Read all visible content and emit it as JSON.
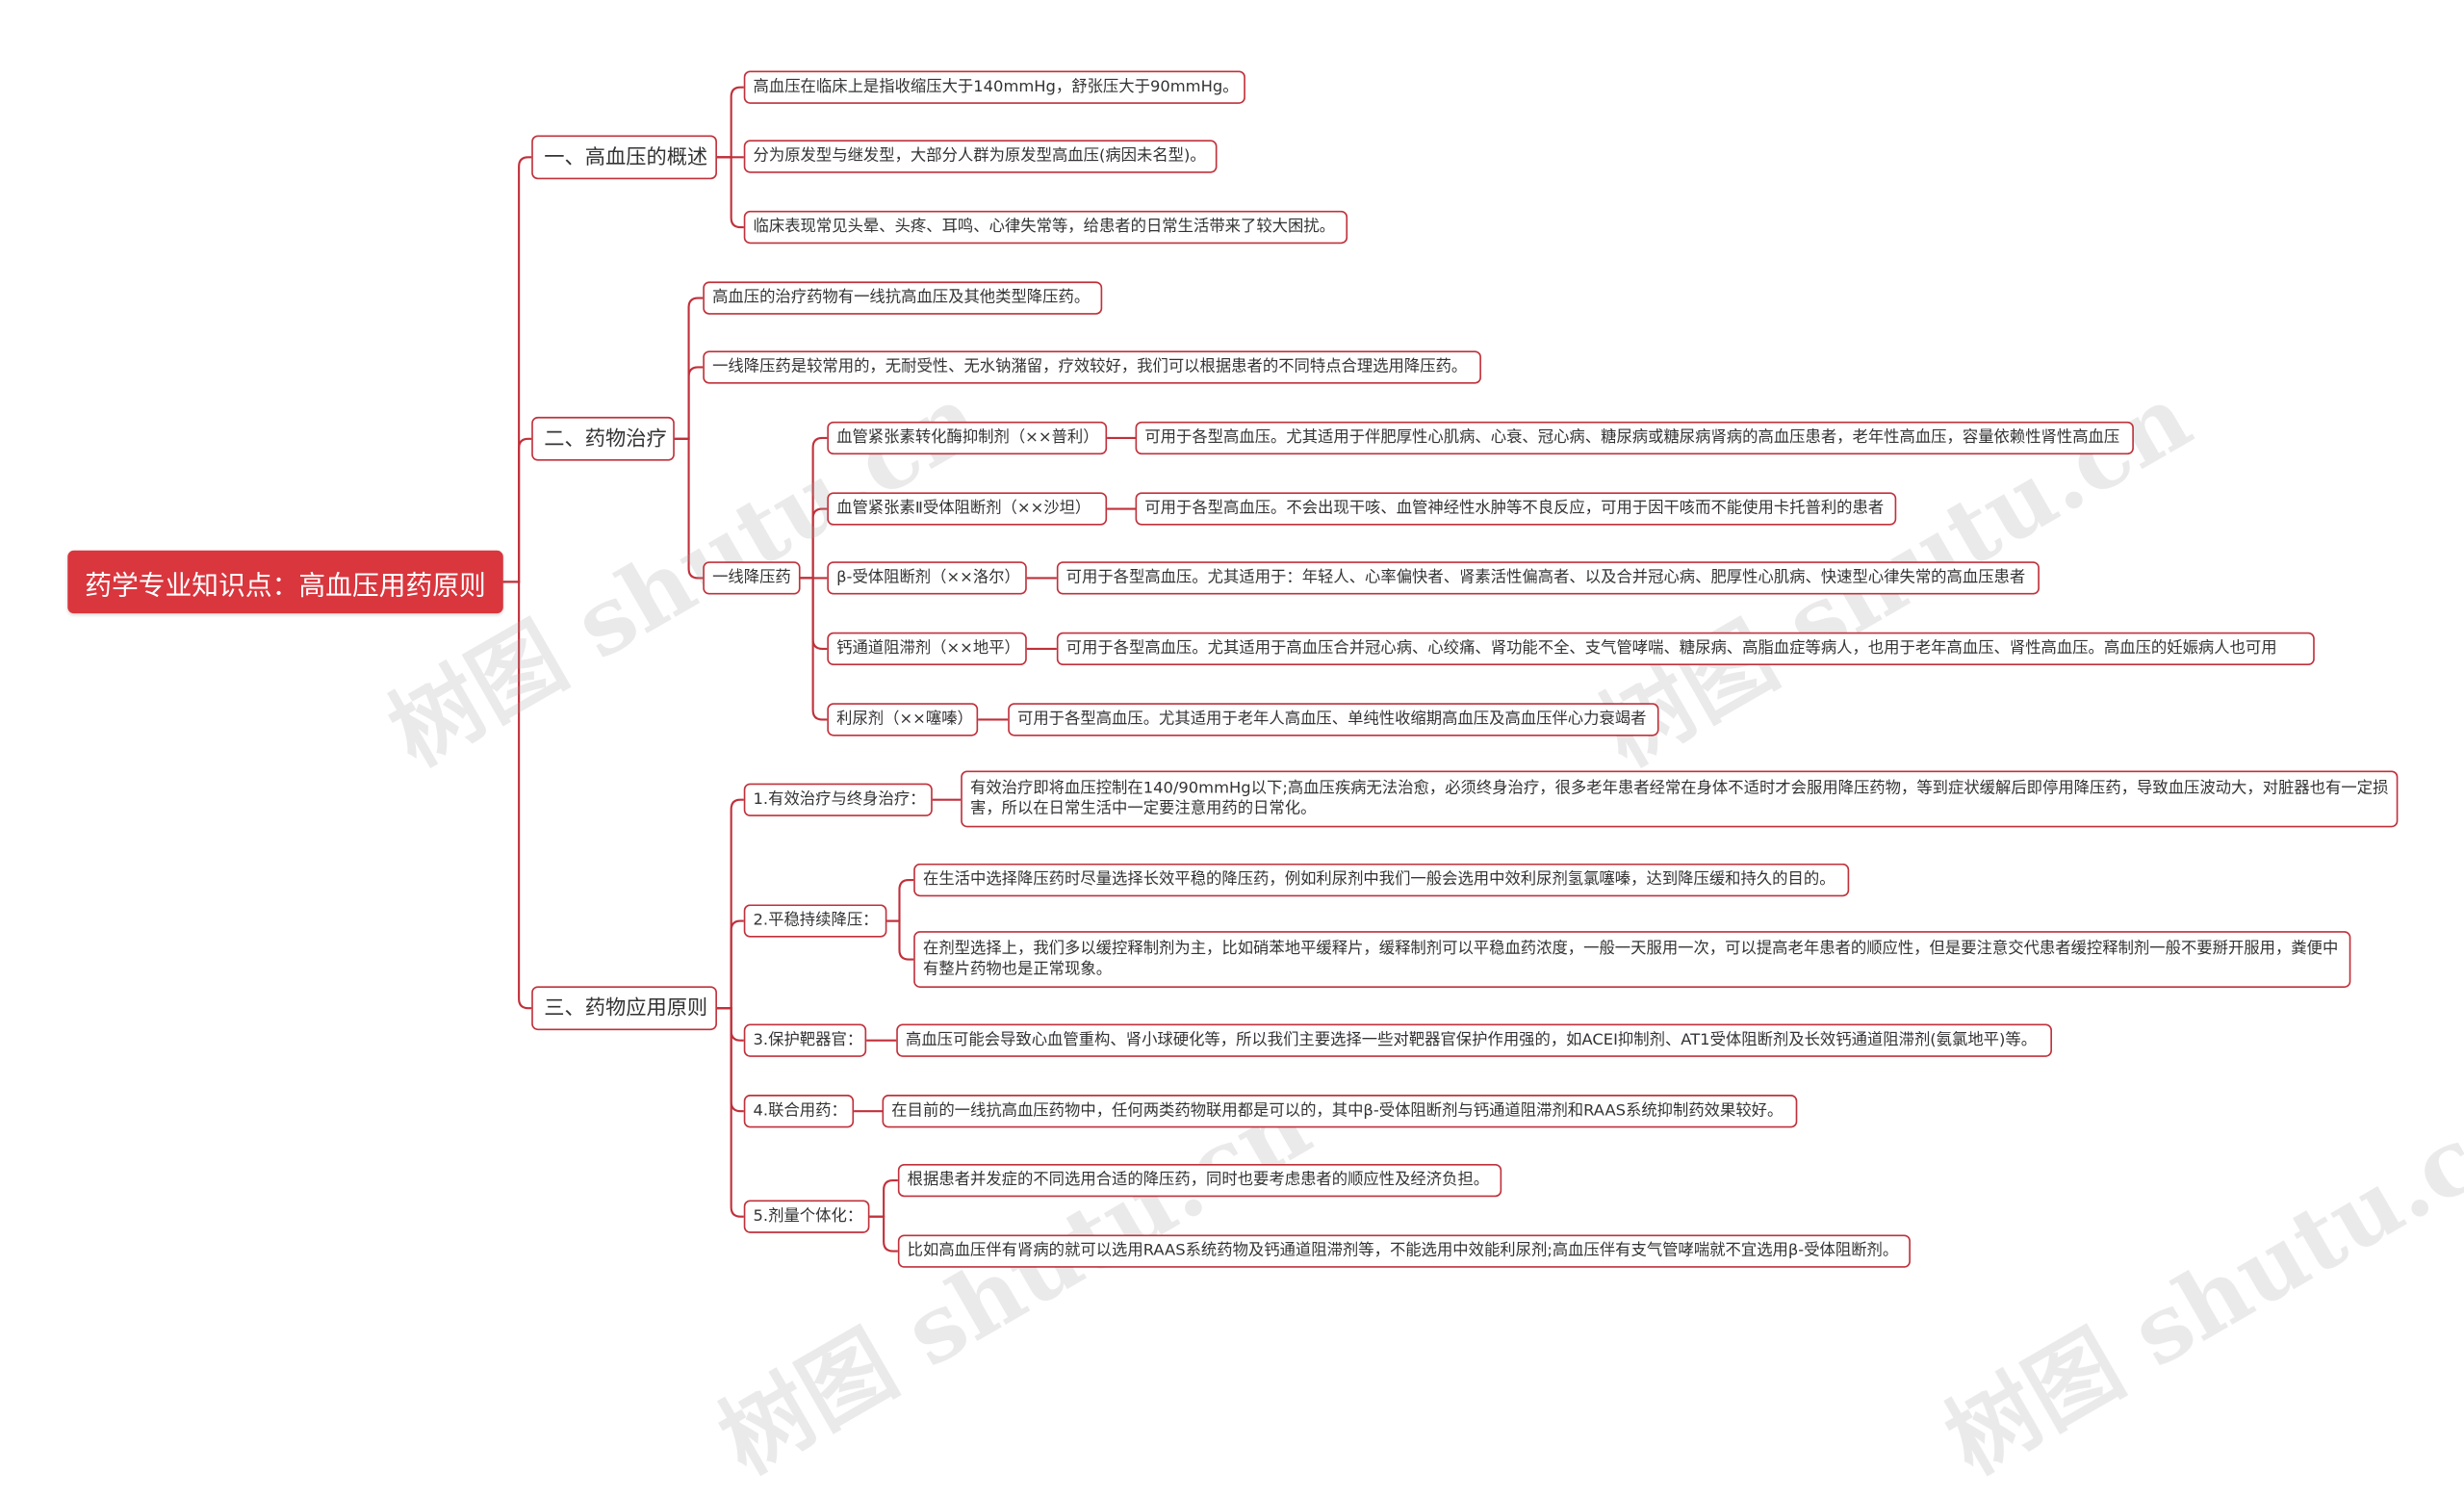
{
  "watermark": "树图 shutu.cn",
  "accent_color": "#c0313b",
  "root_color": "#d9363e",
  "root": "药学专业知识点：高血压用药原则",
  "sections": [
    {
      "label": "一、高血压的概述",
      "children": [
        "高血压在临床上是指收缩压大于140mmHg，舒张压大于90mmHg。",
        "分为原发型与继发型，大部分人群为原发型高血压(病因未名型)。",
        "临床表现常见头晕、头疼、耳鸣、心律失常等，给患者的日常生活带来了较大困扰。"
      ]
    },
    {
      "label": "二、药物治疗",
      "children": [
        "高血压的治疗药物有一线抗高血压及其他类型降压药。",
        "一线降压药是较常用的，无耐受性、无水钠潴留，疗效较好，我们可以根据患者的不同特点合理选用降压药。"
      ],
      "first_line_label": "一线降压药",
      "first_line": [
        {
          "name": "血管紧张素转化酶抑制剂（××普利）",
          "desc": "可用于各型高血压。尤其适用于伴肥厚性心肌病、心衰、冠心病、糖尿病或糖尿病肾病的高血压患者，老年性高血压，容量依赖性肾性高血压"
        },
        {
          "name": "血管紧张素Ⅱ受体阻断剂（××沙坦）",
          "desc": "可用于各型高血压。不会出现干咳、血管神经性水肿等不良反应，可用于因干咳而不能使用卡托普利的患者"
        },
        {
          "name": "β-受体阻断剂（××洛尔）",
          "desc": "可用于各型高血压。尤其适用于：年轻人、心率偏快者、肾素活性偏高者、以及合并冠心病、肥厚性心肌病、快速型心律失常的高血压患者"
        },
        {
          "name": "钙通道阻滞剂（××地平）",
          "desc": "可用于各型高血压。尤其适用于高血压合并冠心病、心绞痛、肾功能不全、支气管哮喘、糖尿病、高脂血症等病人，也用于老年高血压、肾性高血压。高血压的妊娠病人也可用"
        },
        {
          "name": "利尿剂（××噻嗪）",
          "desc": "可用于各型高血压。尤其适用于老年人高血压、单纯性收缩期高血压及高血压伴心力衰竭者"
        }
      ]
    },
    {
      "label": "三、药物应用原则",
      "principles": [
        {
          "name": "1.有效治疗与终身治疗：",
          "items": [
            "有效治疗即将血压控制在140/90mmHg以下;高血压疾病无法治愈，必须终身治疗，很多老年患者经常在身体不适时才会服用降压药物，等到症状缓解后即停用降压药，导致血压波动大，对脏器也有一定损害，所以在日常生活中一定要注意用药的日常化。"
          ]
        },
        {
          "name": "2.平稳持续降压：",
          "items": [
            "在生活中选择降压药时尽量选择长效平稳的降压药，例如利尿剂中我们一般会选用中效利尿剂氢氯噻嗪，达到降压缓和持久的目的。",
            "在剂型选择上，我们多以缓控释制剂为主，比如硝苯地平缓释片，缓释制剂可以平稳血药浓度，一般一天服用一次，可以提高老年患者的顺应性，但是要注意交代患者缓控释制剂一般不要掰开服用，粪便中有整片药物也是正常现象。"
          ]
        },
        {
          "name": "3.保护靶器官：",
          "items": [
            "高血压可能会导致心血管重构、肾小球硬化等，所以我们主要选择一些对靶器官保护作用强的，如ACEI抑制剂、AT1受体阻断剂及长效钙通道阻滞剂(氨氯地平)等。"
          ]
        },
        {
          "name": "4.联合用药：",
          "items": [
            "在目前的一线抗高血压药物中，任何两类药物联用都是可以的，其中β-受体阻断剂与钙通道阻滞剂和RAAS系统抑制药效果较好。"
          ]
        },
        {
          "name": "5.剂量个体化：",
          "items": [
            "根据患者并发症的不同选用合适的降压药，同时也要考虑患者的顺应性及经济负担。",
            "比如高血压伴有肾病的就可以选用RAAS系统药物及钙通道阻滞剂等，不能选用中效能利尿剂;高血压伴有支气管哮喘就不宜选用β-受体阻断剂。"
          ]
        }
      ]
    }
  ]
}
